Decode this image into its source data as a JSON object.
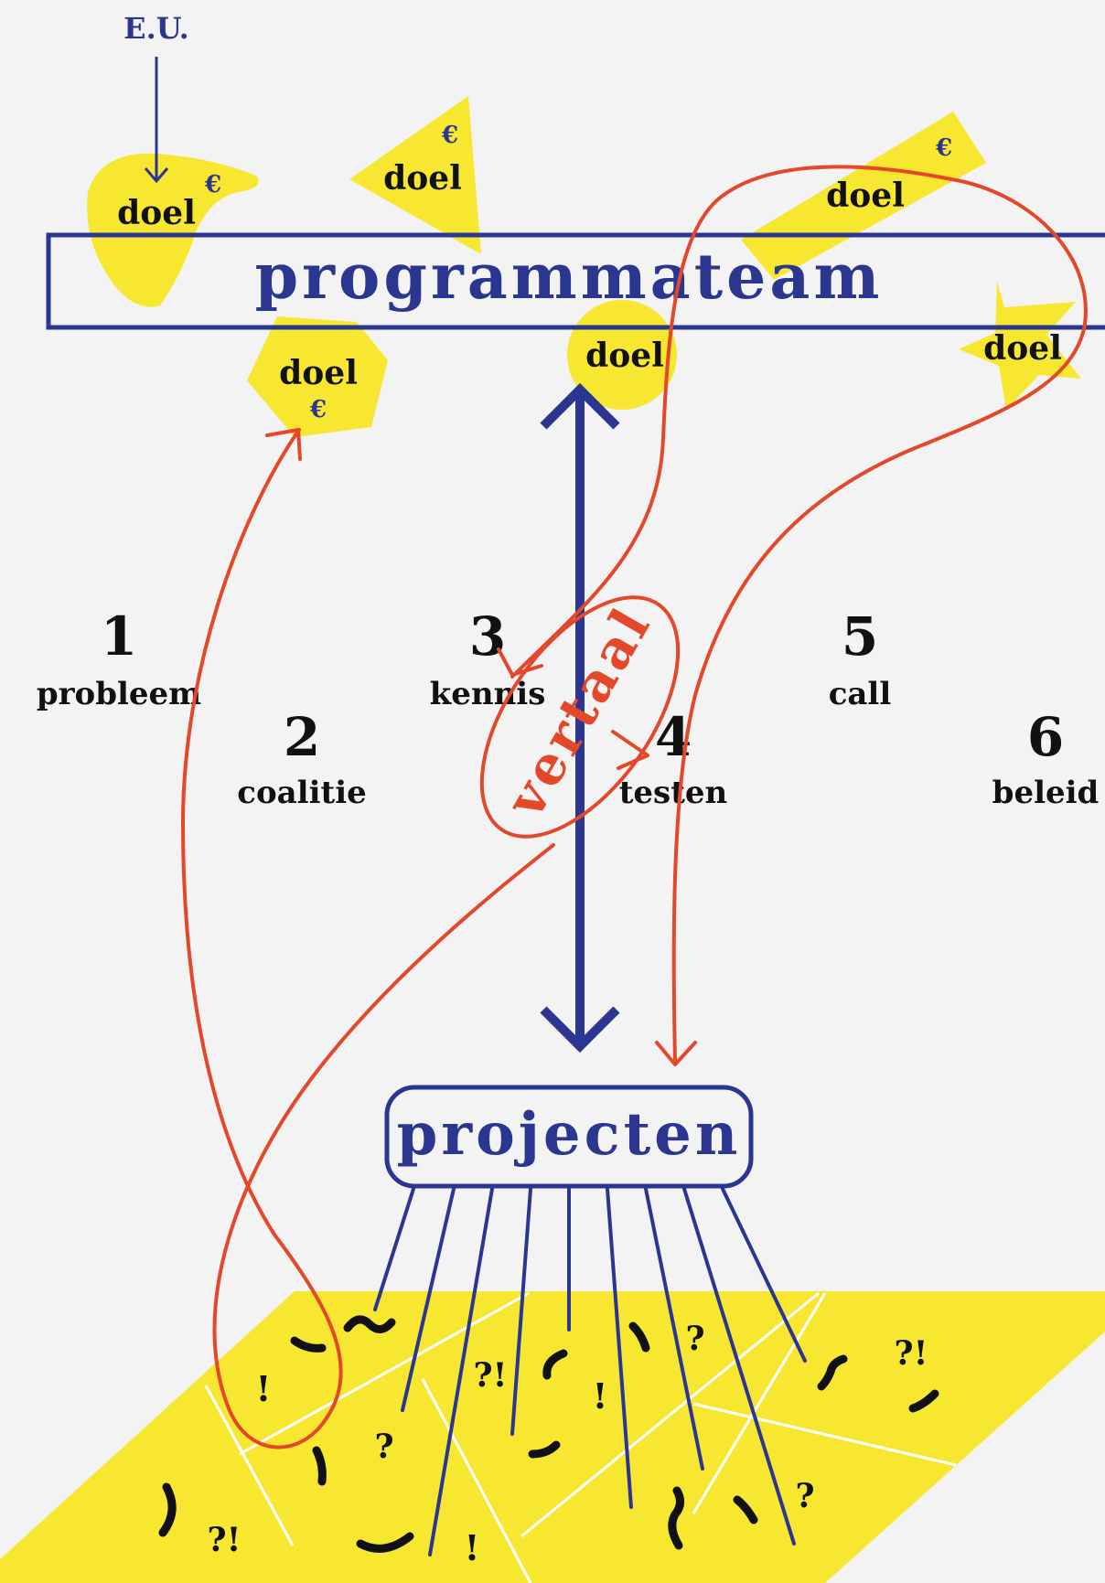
{
  "colors": {
    "background": "#f3f3f3",
    "blue": "#2a3690",
    "yellow": "#f7e731",
    "red": "#e3482a",
    "black": "#111111",
    "white": "#ffffff"
  },
  "source_label": "E.U.",
  "team_label": "programmateam",
  "projects_label": "projecten",
  "translate_label": "vertaal",
  "goals": [
    {
      "label": "doel",
      "euro": "€"
    },
    {
      "label": "doel",
      "euro": "€"
    },
    {
      "label": "doel",
      "euro": "€"
    },
    {
      "label": "doel",
      "euro": "€"
    },
    {
      "label": "doel",
      "euro": ""
    },
    {
      "label": "doel",
      "euro": ""
    }
  ],
  "steps": [
    {
      "number": "1",
      "label": "probleem"
    },
    {
      "number": "2",
      "label": "coalitie"
    },
    {
      "number": "3",
      "label": "kennis"
    },
    {
      "number": "4",
      "label": "testen"
    },
    {
      "number": "5",
      "label": "call"
    },
    {
      "number": "6",
      "label": "beleid"
    }
  ],
  "field_marks": [
    "!",
    "?!",
    "?",
    "!",
    "?",
    "?!",
    "?",
    "?!",
    "!",
    "?!"
  ]
}
